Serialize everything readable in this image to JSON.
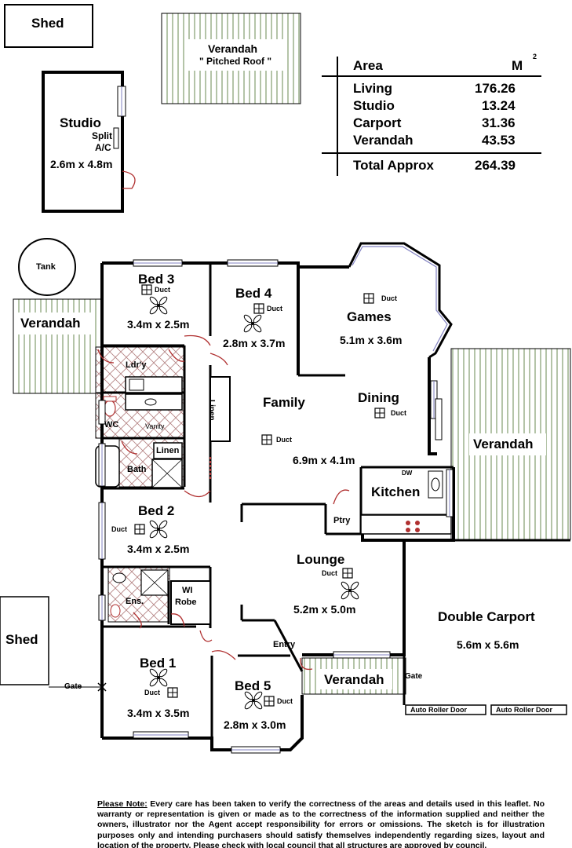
{
  "outbuildings": {
    "shed_top": "Shed",
    "verandah_top_title": "Verandah",
    "verandah_top_sub": "\" Pitched Roof \"",
    "studio": "Studio",
    "studio_ac_line1": "Split",
    "studio_ac_line2": "A/C",
    "studio_dim": "2.6m x 4.8m",
    "tank": "Tank",
    "shed_left": "Shed",
    "gate_left": "Gate"
  },
  "area_table": {
    "header_area": "Area",
    "header_unit": "M",
    "header_unit_sup": "2",
    "rows": [
      {
        "name": "Living",
        "value": "176.26"
      },
      {
        "name": "Studio",
        "value": "13.24"
      },
      {
        "name": "Carport",
        "value": "31.36"
      },
      {
        "name": "Verandah",
        "value": "43.53"
      }
    ],
    "total_label": "Total Approx",
    "total_value": "264.39"
  },
  "rooms": {
    "verandah_left": "Verandah",
    "bed3": "Bed 3",
    "bed3_duct": "Duct",
    "bed3_dim": "3.4m x 2.5m",
    "bed4": "Bed 4",
    "bed4_duct": "Duct",
    "bed4_dim": "2.8m x 3.7m",
    "games": "Games",
    "games_duct": "Duct",
    "games_dim": "5.1m x 3.6m",
    "laundry": "Ldr'y",
    "wc": "WC",
    "vanity": "Vanity",
    "linen_hall": "Linen",
    "family": "Family",
    "family_duct": "Duct",
    "family_dim": "6.9m x 4.1m",
    "dining": "Dining",
    "dining_duct": "Duct",
    "verandah_right": "Verandah",
    "linen_bath": "Linen",
    "bath": "Bath",
    "dw": "DW",
    "kitchen": "Kitchen",
    "pantry": "Ptry",
    "bed2": "Bed 2",
    "bed2_duct": "Duct",
    "bed2_dim": "3.4m x 2.5m",
    "lounge": "Lounge",
    "lounge_duct": "Duct",
    "lounge_dim": "5.2m x 5.0m",
    "ensuite": "Ens.",
    "wi_robe_1": "WI",
    "wi_robe_2": "Robe",
    "double_carport": "Double Carport",
    "carport_dim": "5.6m x 5.6m",
    "entry": "Entry",
    "bed1": "Bed 1",
    "bed1_duct": "Duct",
    "bed1_dim": "3.4m x 3.5m",
    "bed5": "Bed 5",
    "bed5_duct": "Duct",
    "bed5_dim": "2.8m x 3.0m",
    "verandah_front": "Verandah",
    "gate_right": "Gate",
    "roller_door_1": "Auto Roller Door",
    "roller_door_2": "Auto Roller Door"
  },
  "disclaimer": {
    "heading": "Please Note:",
    "body": " Every care has  been  taken to verify  the correctness of the areas and   details used in  this leaflet. No warranty  or representation  is given or made as to the correctness of the information supplied  and neither the owners,  illustrator nor the Agent  accept  responsibility  for  errors  or  omissions.  The  sketch  is  for illustration purposes only and intending purchasers should satisfy themselves independently  regarding sizes, layout and location of the property.  Please check with local council that all structures are approved by council."
  }
}
